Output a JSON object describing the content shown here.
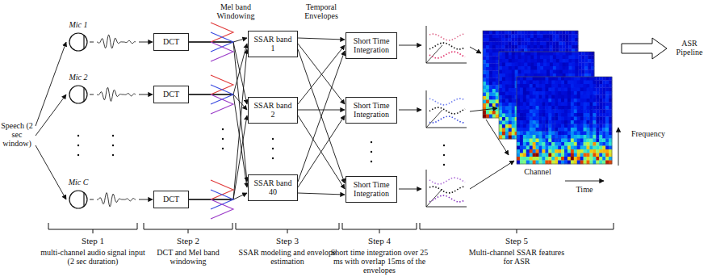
{
  "diagram": {
    "nodes": [
      {
        "text": [
          "Mic 1"
        ]
      },
      {
        "text": [
          "Mic 2"
        ]
      },
      {
        "text": [
          "Mic C"
        ]
      },
      {
        "text": [
          "DCT"
        ]
      },
      {
        "text": [
          "DCT"
        ]
      },
      {
        "text": [
          "DCT"
        ]
      },
      {
        "text": [
          "SSAR band 1"
        ]
      },
      {
        "text": [
          "SSAR band 2"
        ]
      },
      {
        "text": [
          "SSAR band 40"
        ]
      },
      {
        "text": [
          "Short Time Integration"
        ]
      },
      {
        "text": [
          "Short Time Integration"
        ]
      },
      {
        "text": [
          "Short Time Integration"
        ]
      }
    ],
    "edges": [
      {
        "from": 0,
        "to": 3,
        "arrow": "to"
      },
      {
        "from": 1,
        "to": 4,
        "arrow": "to"
      },
      {
        "from": 2,
        "to": 5,
        "arrow": "to"
      },
      {
        "from": 3,
        "to": 6,
        "arrow": "to"
      },
      {
        "from": 3,
        "to": 7,
        "arrow": "to"
      },
      {
        "from": 3,
        "to": 8,
        "arrow": "to"
      },
      {
        "from": 4,
        "to": 6,
        "arrow": "to"
      },
      {
        "from": 4,
        "to": 7,
        "arrow": "to"
      },
      {
        "from": 4,
        "to": 8,
        "arrow": "to"
      },
      {
        "from": 5,
        "to": 6,
        "arrow": "to"
      },
      {
        "from": 5,
        "to": 7,
        "arrow": "to"
      },
      {
        "from": 5,
        "to": 8,
        "arrow": "to"
      },
      {
        "from": 6,
        "to": 9,
        "arrow": "to"
      },
      {
        "from": 6,
        "to": 10,
        "arrow": "to"
      },
      {
        "from": 6,
        "to": 11,
        "arrow": "to"
      },
      {
        "from": 7,
        "to": 9,
        "arrow": "to"
      },
      {
        "from": 7,
        "to": 10,
        "arrow": "to"
      },
      {
        "from": 7,
        "to": 11,
        "arrow": "to"
      },
      {
        "from": 8,
        "to": 9,
        "arrow": "to"
      },
      {
        "from": 8,
        "to": 10,
        "arrow": "to"
      },
      {
        "from": 8,
        "to": 11,
        "arrow": "to"
      }
    ],
    "labels": [
      "Speech (2 sec window)",
      "Mel band Windowing",
      "Temporal Envelopes",
      "Channel",
      "Time",
      "Frequency",
      "ASR Pipeline",
      "Step 1",
      "multi-channel audio signal input (2 sec duration)",
      "Step 2",
      "DCT and Mel band windowing",
      "Step 3",
      "SSAR modeling and envelope estimation",
      "Step 4",
      "Short time integration over 25 ms with overlap 15ms of the envelopes",
      "Step 5",
      "Multi-channel SSAR features for ASR"
    ]
  }
}
